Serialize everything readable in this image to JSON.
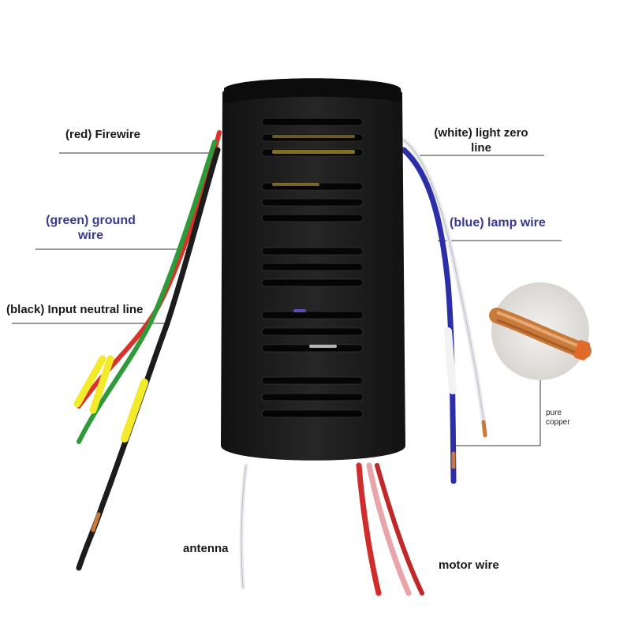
{
  "labels": {
    "firewire": "(red) Firewire",
    "ground_line1": "(green) ground",
    "ground_line2": "wire",
    "neutral": "(black) Input neutral line",
    "light_zero_line1": "(white) light zero",
    "light_zero_line2": "line",
    "lamp": "(blue) lamp wire",
    "copper_line1": "pure",
    "copper_line2": "copper",
    "antenna": "antenna",
    "motor": "motor wire"
  },
  "colors": {
    "housing": "#1b1b1b",
    "red_wire": "#d8322a",
    "green_wire": "#2e9a3a",
    "black_wire": "#1c1c1c",
    "white_wire": "#e8e8ec",
    "blue_wire": "#2c2ea8",
    "yellow_sleeve": "#f2ea2a",
    "copper": "#c87a3a",
    "accent_text": "#3a3a8c"
  }
}
